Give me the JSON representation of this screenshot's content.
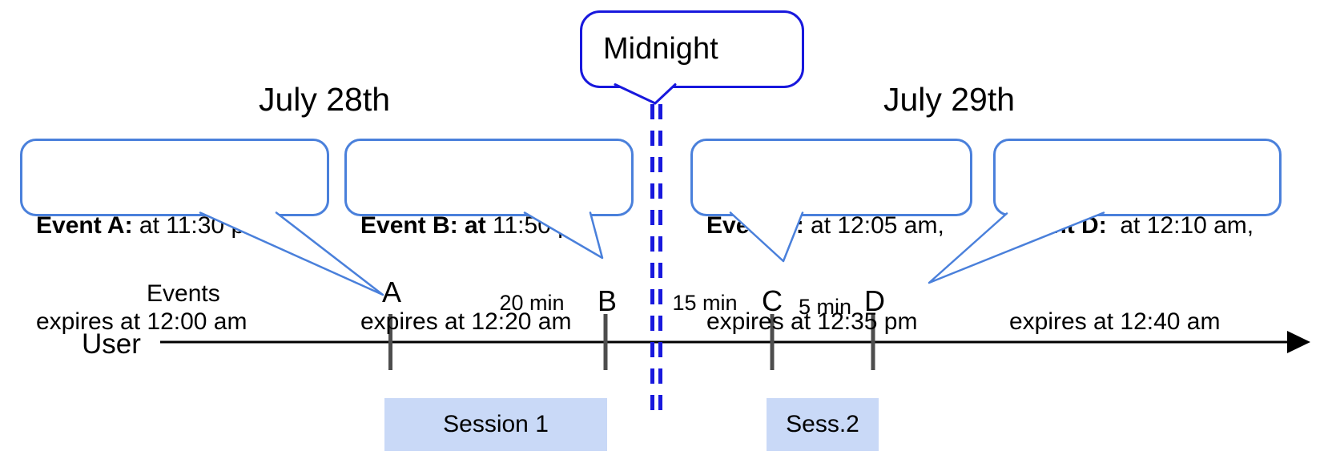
{
  "diagram": {
    "title_left": "July 28th",
    "title_right": "July 29th",
    "midnight_label": "Midnight",
    "axis": {
      "events_label": "Events",
      "user_label": "User"
    },
    "events": [
      {
        "id": "A",
        "tick_label": "A",
        "callout_bold": "Event A:",
        "callout_rest": " at 11:30 pm,",
        "callout_line2": "expires at 12:00 am"
      },
      {
        "id": "B",
        "tick_label": "B",
        "callout_bold": "Event B: at",
        "callout_rest": " 11:50 pm,",
        "callout_line2": "expires at 12:20 am"
      },
      {
        "id": "C",
        "tick_label": "C",
        "callout_bold": "Event C:",
        "callout_rest": " at 12:05 am,",
        "callout_line2": "expires at 12:35 pm"
      },
      {
        "id": "D",
        "tick_label": "D",
        "callout_bold": "Event D:",
        "callout_rest": "  at 12:10 am,",
        "callout_line2": "expires at 12:40 am"
      }
    ],
    "gaps": [
      {
        "label": "20 min"
      },
      {
        "label": "15 min"
      },
      {
        "label": "5 min"
      }
    ],
    "sessions": [
      {
        "label": "Session 1"
      },
      {
        "label": "Sess.2"
      }
    ]
  },
  "colors": {
    "event_callout_border": "#4a80db",
    "midnight_blue": "#1818dd",
    "session_fill": "#c9d9f7",
    "tick_gray": "#4d4d4d",
    "timeline_black": "#000000"
  }
}
